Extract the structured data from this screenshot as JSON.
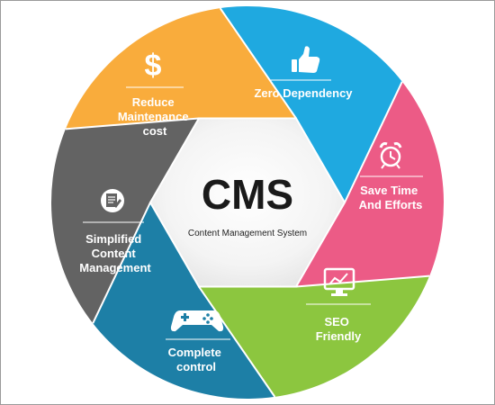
{
  "center": {
    "title": "CMS",
    "subtitle": "Content Management System"
  },
  "segments": [
    {
      "label_lines": [
        "Reduce",
        "Maintenance",
        "cost"
      ],
      "icon": "dollar-icon",
      "color": "#f9ac3c"
    },
    {
      "label_lines": [
        "Zero Dependency"
      ],
      "icon": "thumbs-up-icon",
      "color": "#1fa9e0"
    },
    {
      "label_lines": [
        "Save Time",
        "And Efforts"
      ],
      "icon": "alarm-clock-icon",
      "color": "#ec5b86"
    },
    {
      "label_lines": [
        "SEO",
        "Friendly"
      ],
      "icon": "monitor-chart-icon",
      "color": "#8cc63f"
    },
    {
      "label_lines": [
        "Complete",
        "control"
      ],
      "icon": "gamepad-icon",
      "color": "#1d7fa6"
    },
    {
      "label_lines": [
        "Simplified",
        "Content",
        "Management"
      ],
      "icon": "document-edit-icon",
      "color": "#636363"
    }
  ]
}
